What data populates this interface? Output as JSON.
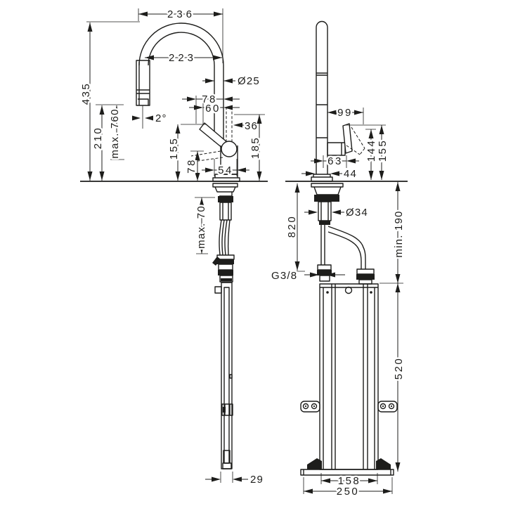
{
  "drawing": {
    "background": "#ffffff",
    "line_color": "#1d1d1b",
    "front_view": {
      "spout_reach": "236",
      "spout_arc_width": "223",
      "spout_diameter": "Ø25",
      "total_height": "435",
      "spout_height": "210",
      "hose_pull_out": "max. 760",
      "swivel_angle": "2°",
      "handle_offset_a": "78",
      "handle_offset_b": "60",
      "hose_offset": "36",
      "handle_height": "155",
      "outlet_height": "185",
      "handle_down_height": "78",
      "body_width": "54",
      "mounting_thickness": "max. 70",
      "rail_width": "29"
    },
    "side_view": {
      "handle_reach": "99",
      "handle_depth": "63",
      "body_depth": "44",
      "handle_height_min": "144",
      "handle_height_max": "155",
      "shank_diameter": "Ø34",
      "hose_length": "820",
      "min_clearance": "min. 190",
      "thread_size": "G3/8",
      "bracket_height": "520",
      "bracket_foot_width": "158",
      "base_plate_width": "250"
    }
  }
}
